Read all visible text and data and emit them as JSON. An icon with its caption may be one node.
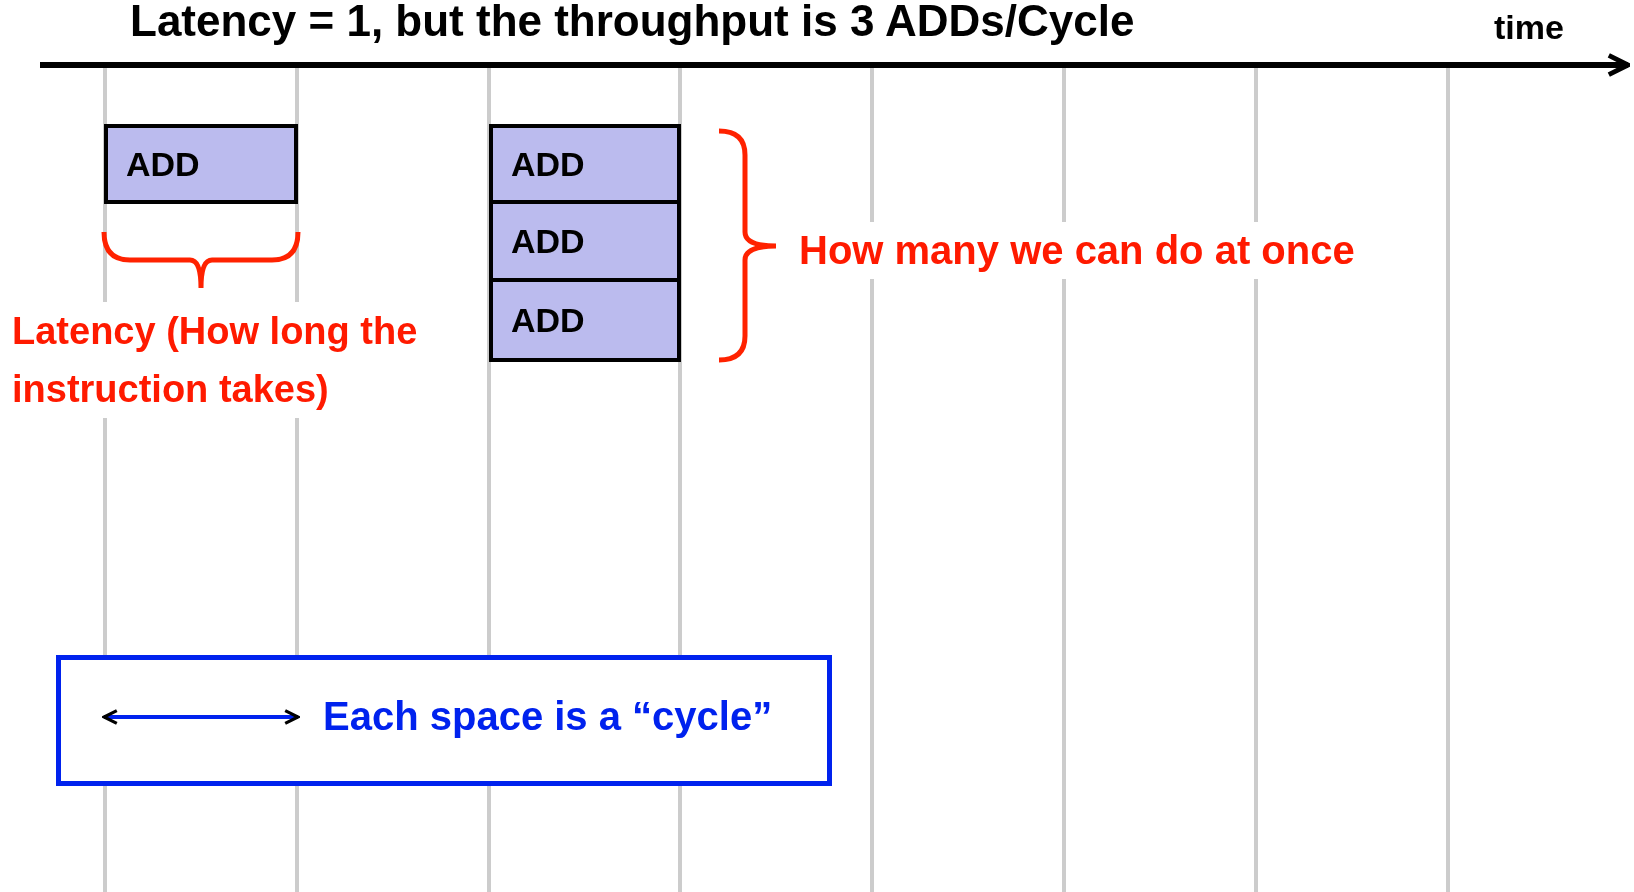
{
  "diagram": {
    "title": "Latency = 1, but the throughput is 3 ADDs/Cycle",
    "nodes": [
      {
        "text": [
          "ADD"
        ]
      },
      {
        "text": [
          "ADD"
        ]
      },
      {
        "text": [
          "ADD"
        ]
      },
      {
        "text": [
          "ADD"
        ]
      },
      {
        "text": [
          "Each space is a “cycle”"
        ]
      }
    ],
    "edges": [],
    "labels": [
      "time",
      "Latency (How long the instruction takes)",
      "How many we can do at once"
    ]
  }
}
